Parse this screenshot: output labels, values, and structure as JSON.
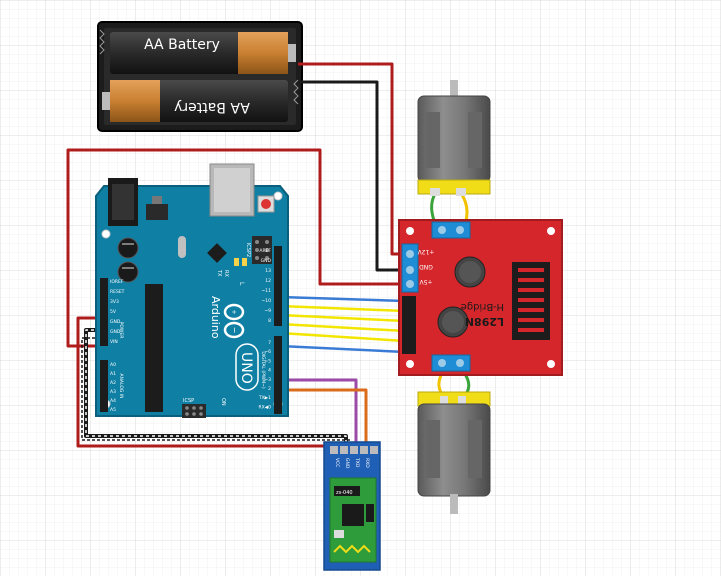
{
  "battery": {
    "top_label": "AA Battery",
    "bottom_label": "AA Battery"
  },
  "arduino": {
    "brand": "Arduino",
    "model": "UNO",
    "on_label": "ON",
    "reset_label": "RESET",
    "icsp2_label": "ICSP2",
    "icsp_label": "ICSP",
    "tx_label": "TX",
    "rx_label": "RX",
    "l_label": "L",
    "power_header_label": "POWER",
    "analog_header_label": "ANALOG IN",
    "digital_header_label": "DIGITAL (PWM~)",
    "power_pins": [
      "IOREF",
      "RESET",
      "3V3",
      "5V",
      "GND",
      "GND",
      "VIN"
    ],
    "analog_pins": [
      "A0",
      "A1",
      "A2",
      "A3",
      "A4",
      "A5"
    ],
    "digital_pins": [
      "AREF",
      "GND",
      "13",
      "12",
      "~11",
      "~10",
      "~9",
      "8",
      "7",
      "~6",
      "~5",
      "4",
      "~3",
      "2",
      "TX▶1",
      "RX◀0"
    ]
  },
  "driver": {
    "name": "L298N",
    "subtitle": "H-Bridge",
    "power_pins": [
      "+12V",
      "GND",
      "+5V"
    ]
  },
  "bluetooth": {
    "pins": [
      "VCC",
      "GND",
      "TXD",
      "RXD"
    ],
    "chip_label": "zs-040"
  },
  "wire_colors": {
    "red": "#b01c1c",
    "black": "#1a1a1a",
    "blue": "#3a7bd5",
    "yellow": "#f2e600",
    "purple": "#9b4aa8",
    "orange": "#d96b1a",
    "green": "#3aa33a",
    "board_blue": "#0f7fa4",
    "driver_red": "#d4262b",
    "motor_yellow": "#f0dd18"
  }
}
